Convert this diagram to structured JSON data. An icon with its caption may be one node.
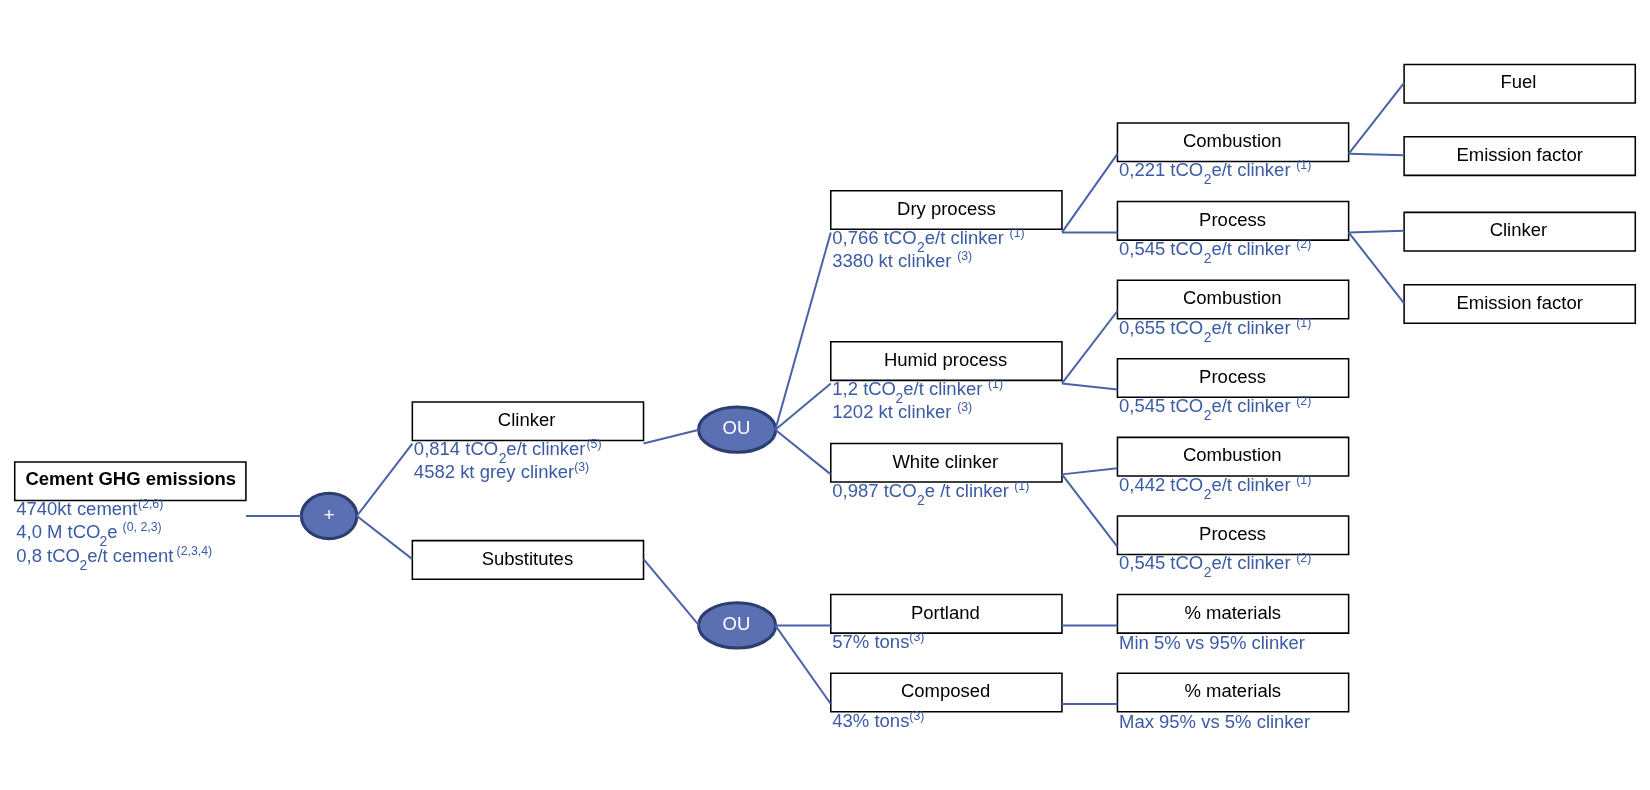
{
  "diagram": {
    "nodes": [
      {
        "text": [
          "Cement GHG emissions"
        ],
        "beside": [
          "4740kt cement$^{(2,6)}$",
          "4,0 M tCO$_{2}$e $^{(0, 2,3)}$",
          "0,8 tCO$_{2}$e/t cement $^{(2,3,4)}$"
        ]
      },
      {
        "text": [
          "+"
        ]
      },
      {
        "text": [
          "Clinker"
        ],
        "beside": [
          "0,814 tCO$_{2}$e/t clinker$^{(5)}$",
          "4582 kt grey clinker$^{(3)}$"
        ]
      },
      {
        "text": [
          "Substitutes"
        ]
      },
      {
        "text": [
          "OU"
        ]
      },
      {
        "text": [
          "Dry process"
        ],
        "beside": [
          "0,766 tCO$_{2}$e/t clinker $^{(1)}$",
          "3380 kt clinker $^{(3)}$"
        ]
      },
      {
        "text": [
          "Humid process"
        ],
        "beside": [
          "1,2 tCO$_{2}$e/t clinker $^{(1)}$",
          "1202 kt clinker $^{(3)}$"
        ]
      },
      {
        "text": [
          "White clinker"
        ],
        "beside": [
          "0,987 tCO$_{2}$e /t clinker $^{(1)}$"
        ]
      },
      {
        "text": [
          "Combustion"
        ],
        "beside": [
          "0,221 tCO$_{2}$e/t clinker $^{(1)}$"
        ]
      },
      {
        "text": [
          "Process"
        ],
        "beside": [
          "0,545 tCO$_{2}$e/t clinker $^{(2)}$"
        ]
      },
      {
        "text": [
          "Fuel"
        ]
      },
      {
        "text": [
          "Emission factor"
        ]
      },
      {
        "text": [
          "Clinker"
        ]
      },
      {
        "text": [
          "Emission factor"
        ]
      },
      {
        "text": [
          "Combustion"
        ],
        "beside": [
          "0,655 tCO$_{2}$e/t clinker $^{(1)}$"
        ]
      },
      {
        "text": [
          "Process"
        ],
        "beside": [
          "0,545 tCO$_{2}$e/t clinker $^{(2)}$"
        ]
      },
      {
        "text": [
          "Combustion"
        ],
        "beside": [
          "0,442 tCO$_{2}$e/t clinker $^{(1)}$"
        ]
      },
      {
        "text": [
          "Process"
        ],
        "beside": [
          "0,545 tCO$_{2}$e/t clinker $^{(2)}$"
        ]
      },
      {
        "text": [
          "OU"
        ]
      },
      {
        "text": [
          "Portland"
        ],
        "beside": [
          "57% tons$^{(3)}$"
        ]
      },
      {
        "text": [
          "Composed"
        ],
        "beside": [
          "43% tons$^{(3)}$"
        ]
      },
      {
        "text": [
          "% materials"
        ],
        "beside": [
          "Min 5% vs 95% clinker"
        ]
      },
      {
        "text": [
          "% materials"
        ],
        "beside": [
          "Max 95% vs 5% clinker"
        ]
      }
    ],
    "edges": [
      {
        "from": 0,
        "to": 1,
        "arrow": "none"
      },
      {
        "from": 1,
        "to": 2,
        "arrow": "none"
      },
      {
        "from": 1,
        "to": 3,
        "arrow": "none"
      },
      {
        "from": 2,
        "to": 4,
        "arrow": "none"
      },
      {
        "from": 4,
        "to": 5,
        "arrow": "none"
      },
      {
        "from": 4,
        "to": 6,
        "arrow": "none"
      },
      {
        "from": 4,
        "to": 7,
        "arrow": "none"
      },
      {
        "from": 5,
        "to": 8,
        "arrow": "none"
      },
      {
        "from": 5,
        "to": 9,
        "arrow": "none"
      },
      {
        "from": 8,
        "to": 10,
        "arrow": "none"
      },
      {
        "from": 8,
        "to": 11,
        "arrow": "none"
      },
      {
        "from": 9,
        "to": 12,
        "arrow": "none"
      },
      {
        "from": 9,
        "to": 13,
        "arrow": "none"
      },
      {
        "from": 6,
        "to": 14,
        "arrow": "none"
      },
      {
        "from": 6,
        "to": 15,
        "arrow": "none"
      },
      {
        "from": 7,
        "to": 16,
        "arrow": "none"
      },
      {
        "from": 7,
        "to": 17,
        "arrow": "none"
      },
      {
        "from": 3,
        "to": 18,
        "arrow": "none"
      },
      {
        "from": 18,
        "to": 19,
        "arrow": "none"
      },
      {
        "from": 18,
        "to": 20,
        "arrow": "none"
      },
      {
        "from": 19,
        "to": 21,
        "arrow": "none"
      },
      {
        "from": 20,
        "to": 22,
        "arrow": "none"
      }
    ]
  }
}
